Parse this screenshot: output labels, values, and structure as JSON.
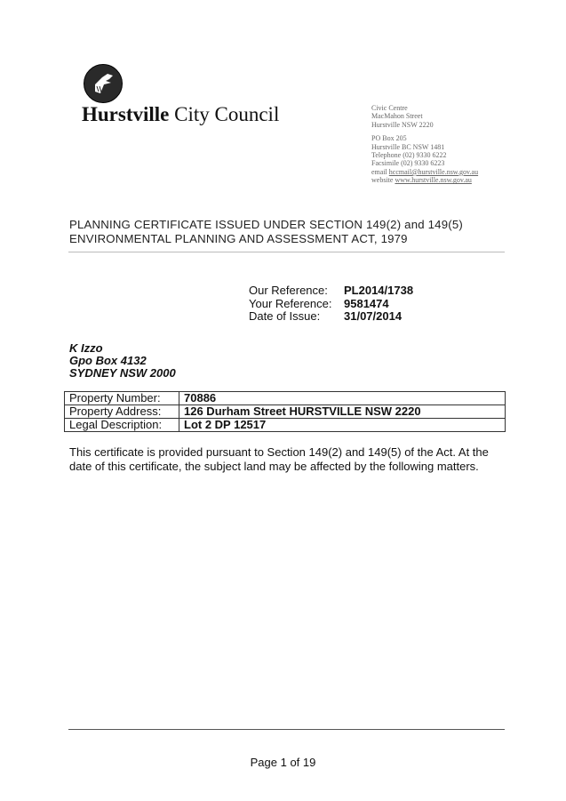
{
  "letterhead": {
    "org_name_bold": "Hurstville",
    "org_name_rest": "City Council",
    "address_lines": [
      "Civic Centre",
      "MacMahon Street",
      "Hurstville NSW 2220"
    ],
    "postal_lines": [
      "PO Box 205",
      "Hurstville BC NSW 1481",
      "Telephone (02) 9330 6222",
      "Facsimile (02) 9330 6223"
    ],
    "email_label": "email",
    "email": "hccmail@hurstville.nsw.gov.au",
    "website_label": "website",
    "website": "www.hurstville.nsw.gov.au"
  },
  "heading": {
    "line1": "PLANNING CERTIFICATE ISSUED UNDER SECTION 149(2) and 149(5)",
    "line2": "ENVIRONMENTAL PLANNING AND ASSESSMENT ACT, 1979"
  },
  "references": [
    {
      "label": "Our Reference:",
      "value": "PL2014/1738"
    },
    {
      "label": "Your Reference:",
      "value": "9581474"
    },
    {
      "label": "Date of Issue:",
      "value": "31/07/2014"
    }
  ],
  "addressee": [
    "K Izzo",
    "Gpo Box 4132",
    "SYDNEY  NSW  2000"
  ],
  "property": [
    {
      "label": "Property Number:",
      "value": "70886"
    },
    {
      "label": "Property Address:",
      "value": "126 Durham Street HURSTVILLE  NSW  2220"
    },
    {
      "label": "Legal Description:",
      "value": "Lot 2 DP 12517"
    }
  ],
  "intro": "This certificate is provided pursuant to Section 149(2) and 149(5) of the Act. At the date of this certificate, the subject land may be affected by the following matters.",
  "footer": {
    "page": "Page 1 of 19"
  }
}
